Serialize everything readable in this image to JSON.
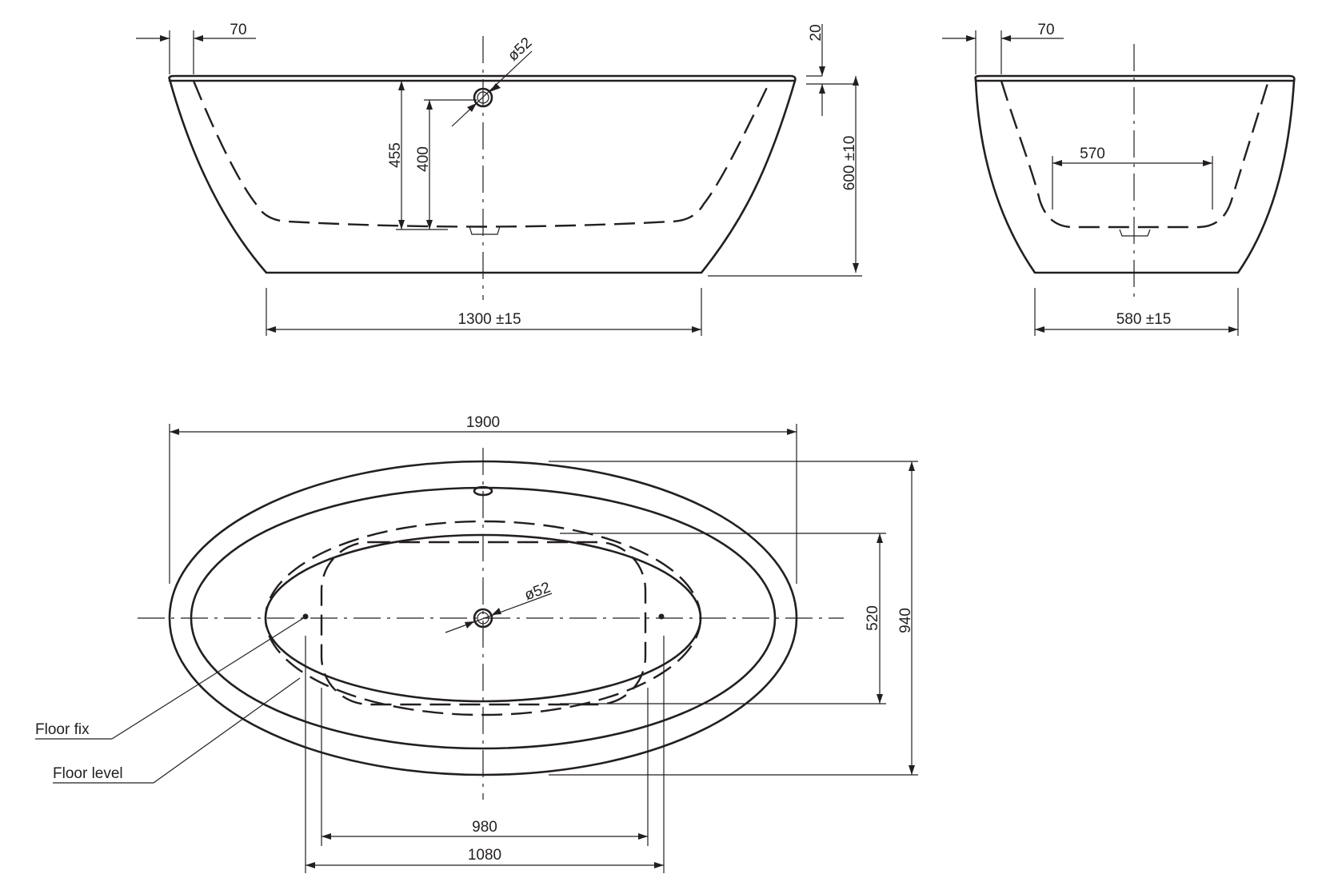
{
  "side_view": {
    "rim_width": "70",
    "rim_height": "20",
    "drain_diameter": "ø52",
    "overflow_height": "455",
    "inner_depth": "400",
    "total_height": "600 ±10",
    "base_length": "1300 ±15"
  },
  "end_view": {
    "rim_width": "70",
    "inner_bottom_width": "570",
    "base_width": "580 ±15"
  },
  "top_view": {
    "total_length": "1900",
    "total_width": "940",
    "inner_width": "520",
    "drain_diameter": "ø52",
    "floor_fix_spacing": "980",
    "floor_level_length": "1080",
    "floor_fix_label": "Floor fix",
    "floor_level_label": "Floor level"
  },
  "colors": {
    "line": "#231f20",
    "background": "#ffffff"
  }
}
